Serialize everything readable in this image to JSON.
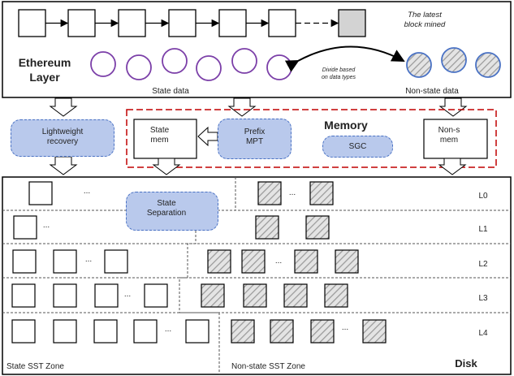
{
  "ethereum": {
    "title_line1": "Ethereum",
    "title_line2": "Layer",
    "latest_block": "The latest\nblock mined",
    "divide_note": "Divide based\non data types",
    "state_data": "State data",
    "nonstate_data": "Non-state data"
  },
  "memory": {
    "title": "Memory",
    "lightweight": "Lightweight\nrecovery",
    "state_mem": "State\nmem",
    "prefix_mpt": "Prefix\nMPT",
    "sgc": "SGC",
    "nonstate_mem": "Non-s\nmem"
  },
  "disk": {
    "title": "Disk",
    "state_separation": "State\nSeparation",
    "state_zone": "State SST Zone",
    "nonstate_zone": "Non-state SST Zone",
    "ellipsis": "...",
    "levels": [
      "L0",
      "L1",
      "L2",
      "L3",
      "L4"
    ]
  },
  "colors": {
    "blue_fill": "#b9c9ec",
    "blue_border": "#4a72c4",
    "purple": "#7b3fa8",
    "red_dash": "#c00000",
    "gray_block": "#d3d3d3"
  }
}
